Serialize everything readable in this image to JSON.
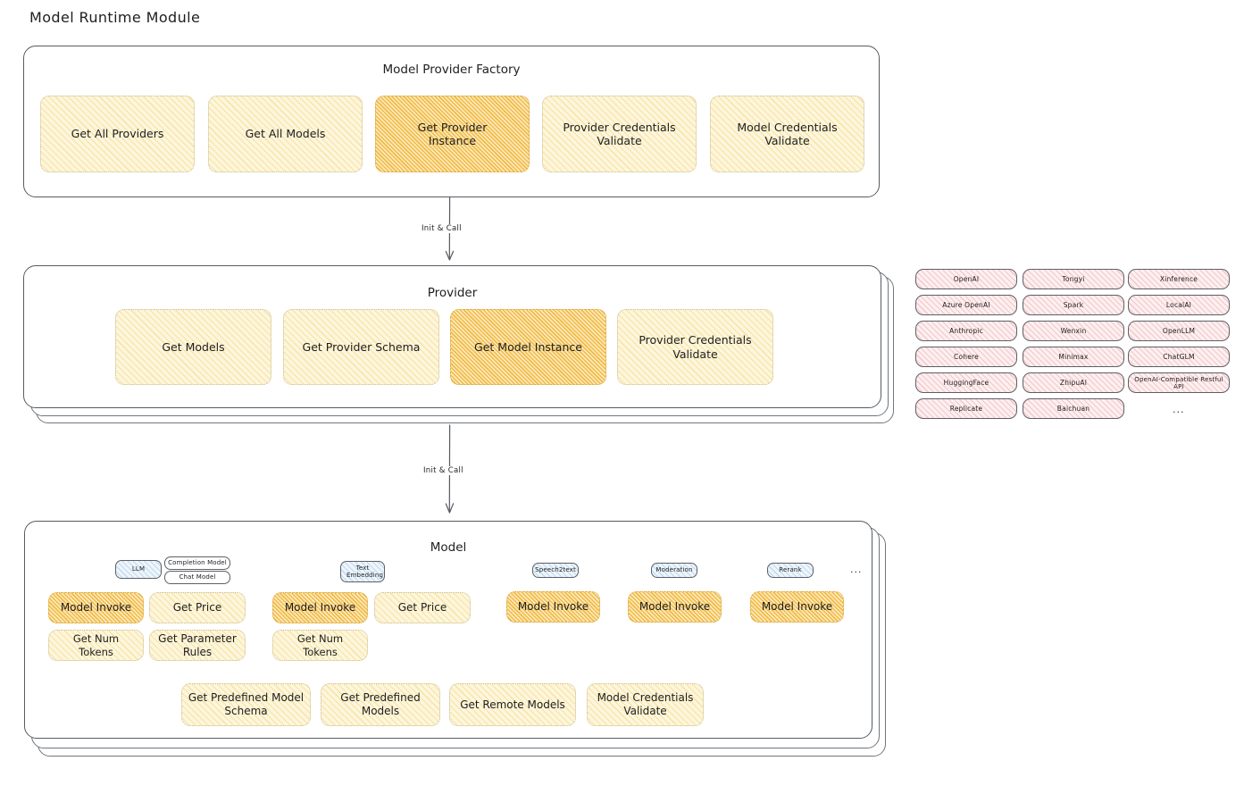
{
  "page": {
    "title": "Model Runtime Module",
    "accent_yellow": "#fdf6dd",
    "accent_orange": "#fbe9bd",
    "accent_pink": "#fdeff0",
    "accent_blue": "#eef5fb",
    "stroke": "#555c63"
  },
  "connectors": [
    {
      "label": "Init & Call"
    },
    {
      "label": "Init & Call"
    }
  ],
  "factory": {
    "title": "Model Provider Factory",
    "nodes": [
      {
        "label": "Get All Providers",
        "highlight": false
      },
      {
        "label": "Get All Models",
        "highlight": false
      },
      {
        "label": "Get Provider Instance",
        "highlight": true
      },
      {
        "label": "Provider Credentials Validate",
        "highlight": false
      },
      {
        "label": "Model Credentials Validate",
        "highlight": false
      }
    ]
  },
  "provider": {
    "title": "Provider",
    "nodes": [
      {
        "label": "Get Models",
        "highlight": false
      },
      {
        "label": "Get Provider Schema",
        "highlight": false
      },
      {
        "label": "Get Model Instance",
        "highlight": true
      },
      {
        "label": "Provider Credentials Validate",
        "highlight": false
      }
    ]
  },
  "provider_tags": {
    "columns": [
      [
        "OpenAI",
        "Azure OpenAI",
        "Anthropic",
        "Cohere",
        "HuggingFace",
        "Replicate"
      ],
      [
        "Tongyi",
        "Spark",
        "Wenxin",
        "Minimax",
        "ZhipuAI",
        "Baichuan"
      ],
      [
        "Xinference",
        "LocalAI",
        "OpenLLM",
        "ChatGLM",
        "OpenAI-Compatible Restful API"
      ]
    ],
    "more": "..."
  },
  "model": {
    "title": "Model",
    "more": "...",
    "types": [
      {
        "badges": [
          {
            "label": "LLM",
            "style": "blue"
          },
          {
            "label": "Completion Model",
            "style": "white"
          },
          {
            "label": "Chat Model",
            "style": "white"
          }
        ],
        "nodes": [
          {
            "label": "Model Invoke",
            "highlight": true
          },
          {
            "label": "Get Price",
            "highlight": false
          },
          {
            "label": "Get Num Tokens",
            "highlight": false
          },
          {
            "label": "Get Parameter Rules",
            "highlight": false
          }
        ]
      },
      {
        "badges": [
          {
            "label": "Text Embedding",
            "style": "blue"
          }
        ],
        "nodes": [
          {
            "label": "Model Invoke",
            "highlight": true
          },
          {
            "label": "Get Price",
            "highlight": false
          },
          {
            "label": "Get Num Tokens",
            "highlight": false
          }
        ]
      },
      {
        "badges": [
          {
            "label": "Speech2text",
            "style": "blue"
          }
        ],
        "nodes": [
          {
            "label": "Model Invoke",
            "highlight": true
          }
        ]
      },
      {
        "badges": [
          {
            "label": "Moderation",
            "style": "blue"
          }
        ],
        "nodes": [
          {
            "label": "Model Invoke",
            "highlight": true
          }
        ]
      },
      {
        "badges": [
          {
            "label": "Rerank",
            "style": "blue"
          }
        ],
        "nodes": [
          {
            "label": "Model Invoke",
            "highlight": true
          }
        ]
      }
    ],
    "shared_nodes": [
      {
        "label": "Get Predefined Model Schema"
      },
      {
        "label": "Get Predefined Models"
      },
      {
        "label": "Get Remote Models"
      },
      {
        "label": "Model Credentials Validate"
      }
    ]
  }
}
